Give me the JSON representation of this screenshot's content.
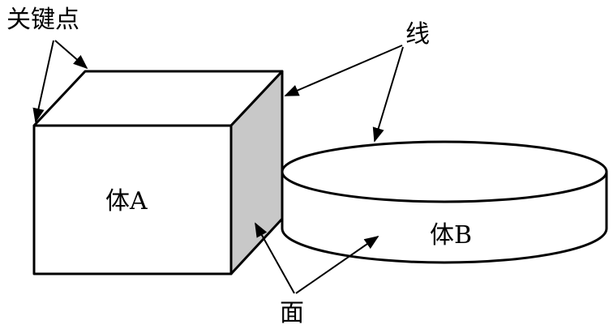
{
  "labels": {
    "keypoint": "关键点",
    "line": "线",
    "face": "面",
    "body_a": "体A",
    "body_b": "体B"
  },
  "colors": {
    "outline": "#000000",
    "front_face": "#ffffff",
    "side_face": "#c8c8c8",
    "background": "#ffffff"
  }
}
